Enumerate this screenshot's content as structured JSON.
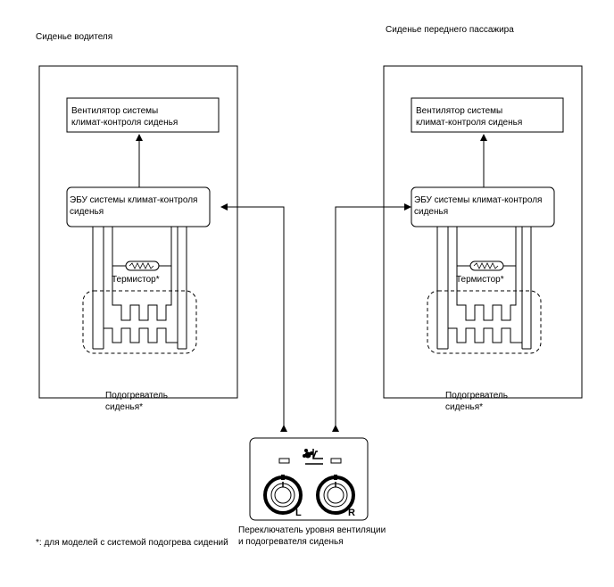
{
  "driver_seat": {
    "title": "Сиденье водителя",
    "fan_label": [
      "Вентилятор системы",
      "климат-контроля сиденья"
    ],
    "ecu_label": [
      "ЭБУ системы климат-контроля",
      "сиденья"
    ],
    "thermistor_label": "Термистор*",
    "heater_label": [
      "Подогреватель",
      "сиденья*"
    ]
  },
  "passenger_seat": {
    "title": "Сиденье переднего пассажира",
    "fan_label": [
      "Вентилятор системы",
      "климат-контроля сиденья"
    ],
    "ecu_label": [
      "ЭБУ системы климат-контроля",
      "сиденья"
    ],
    "thermistor_label": "Термистор*",
    "heater_label": [
      "Подогреватель",
      "сиденья*"
    ]
  },
  "switch_panel": {
    "left_knob_label": "L",
    "right_knob_label": "R",
    "icon": "seat-ventilation-icon",
    "caption": [
      "Переключатель уровня вентиляции",
      "и подогревателя сиденья"
    ]
  },
  "footnote": "*: для моделей с системой подогрева сидений"
}
